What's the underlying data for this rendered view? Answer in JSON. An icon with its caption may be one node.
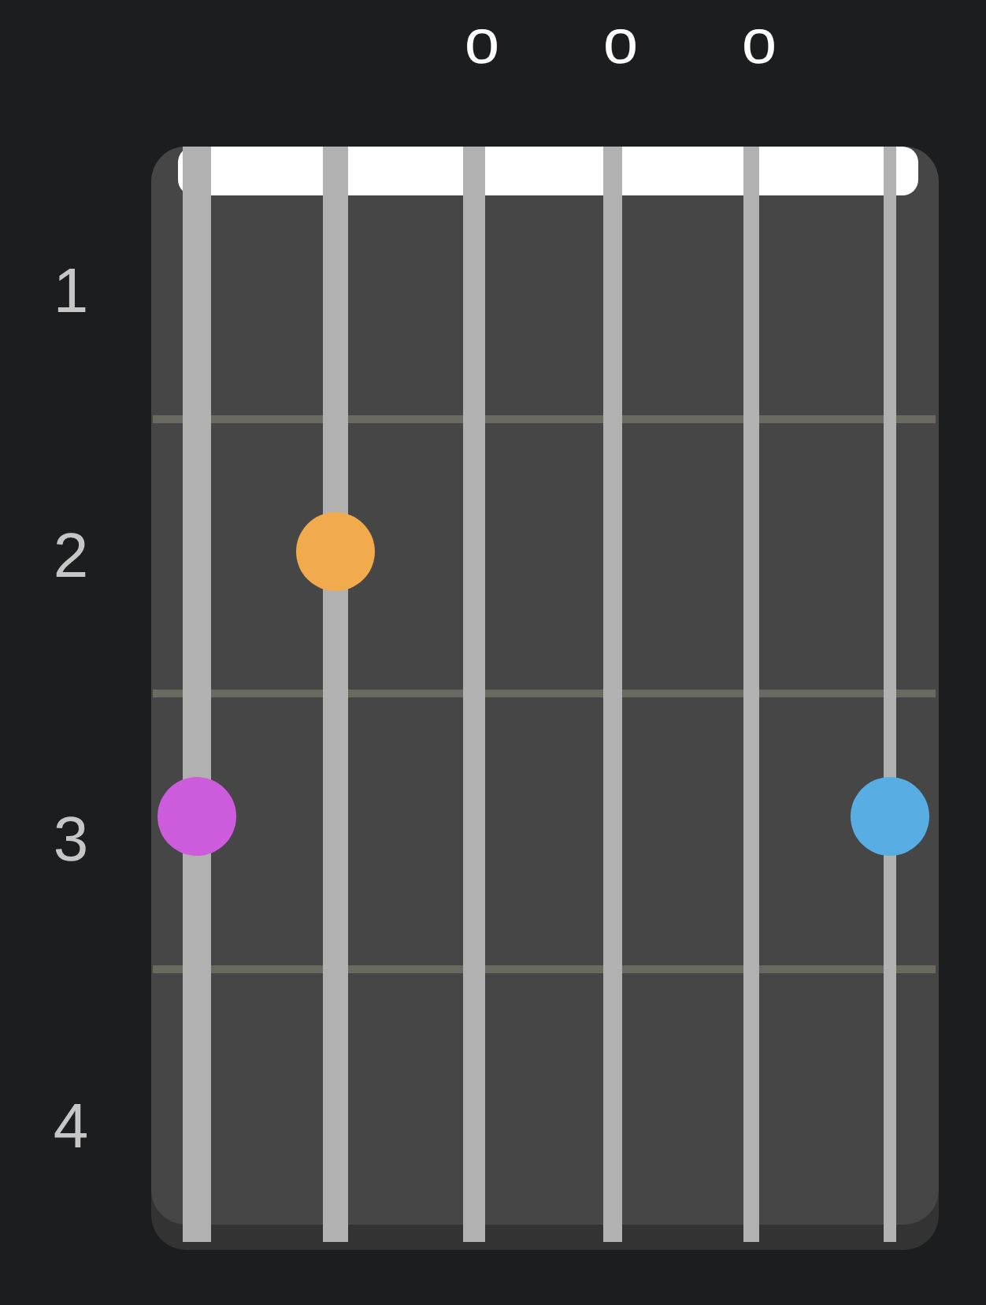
{
  "diagram": {
    "labels": [
      "o",
      "o",
      "o",
      "1",
      "2",
      "3",
      "4"
    ]
  }
}
